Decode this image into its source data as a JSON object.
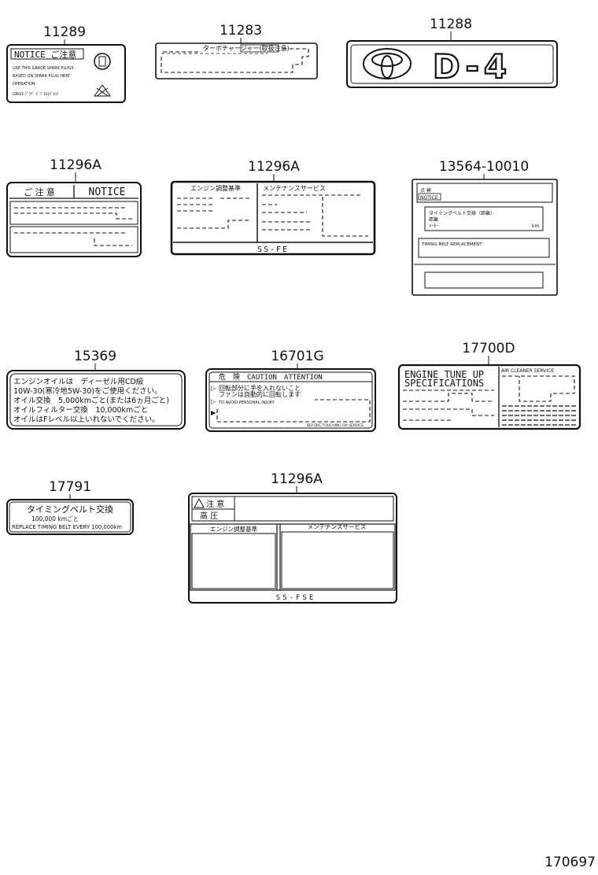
{
  "diagram_id": "170697",
  "parts": [
    {
      "part_no": "11289"
    },
    {
      "part_no": "11283"
    },
    {
      "part_no": "11288"
    },
    {
      "part_no": "11296A"
    },
    {
      "part_no": "11296A"
    },
    {
      "part_no": "13564-10010"
    },
    {
      "part_no": "15369"
    },
    {
      "part_no": "16701G"
    },
    {
      "part_no": "17700D"
    },
    {
      "part_no": "17791"
    },
    {
      "part_no": "11296A"
    }
  ],
  "labels": {
    "l11289": {
      "header": "NOTICE ご注意",
      "lines": [
        "USE THIS GRADE SPARK PLUGS",
        "BASED ON SPARK PLUG HEAT",
        "OPERATION",
        "DAILY·ﾌﾟﾗｸﾞ ﾋﾞﾂﾞﾈﾙ(ﾄﾞﾙ)ﾌ"
      ]
    },
    "l11283": {
      "text": "ターボチャージャー(取扱注意)"
    },
    "l11288": {
      "text": "D-4"
    },
    "l11296a_1": {
      "left": "ご 注 意",
      "right": "NOTICE"
    },
    "l11296a_2": {
      "left": "エンジン調整基準",
      "right": "メンテナンスサービス",
      "bottom": "SS-FE"
    },
    "l13564": {
      "head1": "点 検",
      "head2": "NOTICE",
      "lines": [
        "タイミングベルト交換（距離）",
        "距離",
        "ﾒｰﾀｰ",
        "km"
      ],
      "panel": "TIMING BELT REPLACEMENT"
    },
    "l15369": {
      "lines": [
        "エンジンオイルは　ディーゼル用CD級",
        "10W-30(寒冷地5W-30)をご使用ください。",
        " オイル交換　5,000kmごと(または6ヵ月ごと)",
        "オイルフィルター交換　10,000kmごと",
        "オイルはFレベル以上いれないでください。"
      ]
    },
    "l16701g": {
      "header": "危　険　CAUTION　ATTENTION",
      "lines": [
        "回転部分に手を入れないこと",
        "ファンは自動的に回転します",
        "TO AVOID PERSONAL INJURY"
      ],
      "foot": "BEFORE TOUCHING OR SERVICE"
    },
    "l17700d": {
      "title1": "ENGINE TUNE UP",
      "title2": "SPECIFICATIONS",
      "right": "AIR CLEANER SERVICE"
    },
    "l17791": {
      "title": "タイミングベルト交換",
      "line2": "100,000 kmごと",
      "line3": "REPLACE TIMING BELT EVERY 100,000km"
    },
    "l11296a_3": {
      "head1": "注 意",
      "head2": "高 圧",
      "left": "エンジン調整基準",
      "right": "メンテナンスサービス",
      "bottom": "SS-FSE"
    }
  }
}
